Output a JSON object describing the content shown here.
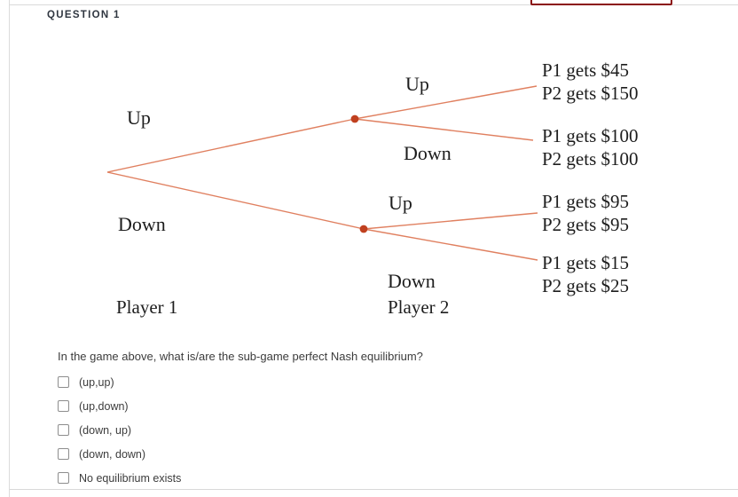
{
  "page": {
    "question_header": "QUESTION 1",
    "accent_red": "#8b0f0f",
    "tree_line_color": "#e08060",
    "tree_node_color": "#c0401f"
  },
  "tree": {
    "player1_label": "Player 1",
    "player2_label": "Player 2",
    "p1_up_label": "Up",
    "p1_down_label": "Down",
    "p2_top_up_label": "Up",
    "p2_top_down_label": "Down",
    "p2_bottom_up_label": "Up",
    "p2_bottom_down_label": "Down",
    "outcomes": [
      {
        "p1": "P1 gets $45",
        "p2": "P2 gets $150"
      },
      {
        "p1": "P1 gets $100",
        "p2": "P2 gets $100"
      },
      {
        "p1": "P1 gets $95",
        "p2": "P2 gets $95"
      },
      {
        "p1": "P1 gets $15",
        "p2": "P2 gets $25"
      }
    ]
  },
  "question": {
    "prompt": "In the game above, what is/are the sub-game perfect Nash equilibrium?",
    "options": [
      {
        "label": "(up,up)"
      },
      {
        "label": "(up,down)"
      },
      {
        "label": "(down, up)"
      },
      {
        "label": "(down, down)"
      },
      {
        "label": "No equilibrium exists"
      }
    ]
  }
}
